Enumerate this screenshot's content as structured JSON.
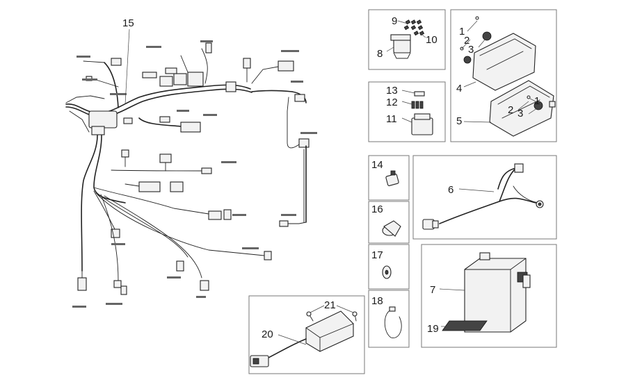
{
  "callouts": {
    "c1a": "1",
    "c2a": "2",
    "c3a": "3",
    "c4": "4",
    "c1b": "1",
    "c2b": "2",
    "c3b": "3",
    "c5": "5",
    "c6": "6",
    "c7": "7",
    "c8": "8",
    "c9": "9",
    "c10": "10",
    "c11": "11",
    "c12": "12",
    "c13": "13",
    "c14": "14",
    "c15": "15",
    "c16": "16",
    "c17": "17",
    "c18": "18",
    "c19": "19",
    "c20": "20",
    "c21": "21"
  },
  "colors": {
    "line": "#222222",
    "frame": "#777777",
    "fill": "#f2f2f2"
  }
}
